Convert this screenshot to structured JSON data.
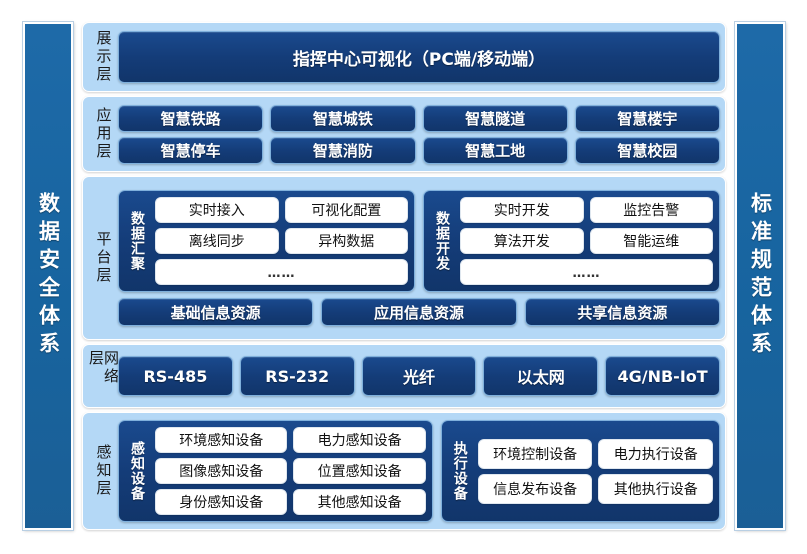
{
  "left_bar": {
    "label": "数据安全体系"
  },
  "right_bar": {
    "label": "标准规范体系"
  },
  "layers": {
    "presentation": {
      "label": "展示层",
      "item": "指挥中心可视化（PC端/移动端）"
    },
    "application": {
      "label": "应用层",
      "row1": [
        "智慧铁路",
        "智慧城铁",
        "智慧隧道",
        "智慧楼宇"
      ],
      "row2": [
        "智慧停车",
        "智慧消防",
        "智慧工地",
        "智慧校园"
      ]
    },
    "platform": {
      "label": "平台层",
      "data_aggregation": {
        "title": "数据汇聚",
        "row1": [
          "实时接入",
          "可视化配置"
        ],
        "row2": [
          "离线同步",
          "异构数据"
        ],
        "row3": "……"
      },
      "data_development": {
        "title": "数据开发",
        "row1": [
          "实时开发",
          "监控告警"
        ],
        "row2": [
          "算法开发",
          "智能运维"
        ],
        "row3": "……"
      },
      "resources": [
        "基础信息资源",
        "应用信息资源",
        "共享信息资源"
      ]
    },
    "network": {
      "label": "网络层",
      "items": [
        "RS-485",
        "RS-232",
        "光纤",
        "以太网",
        "4G/NB-IoT"
      ]
    },
    "perception": {
      "label": "感知层",
      "sensing_devices": {
        "title": "感知设备",
        "row1": [
          "环境感知设备",
          "电力感知设备"
        ],
        "row2": [
          "图像感知设备",
          "位置感知设备"
        ],
        "row3": [
          "身份感知设备",
          "其他感知设备"
        ]
      },
      "actuator_devices": {
        "title": "执行设备",
        "row1": [
          "环境控制设备",
          "电力执行设备"
        ],
        "row2": [
          "信息发布设备",
          "其他执行设备"
        ]
      }
    }
  },
  "colors": {
    "dark_blue": "#143c78",
    "mid_blue": "#17649f",
    "light_blue": "#b4d8f6",
    "white": "#ffffff"
  }
}
